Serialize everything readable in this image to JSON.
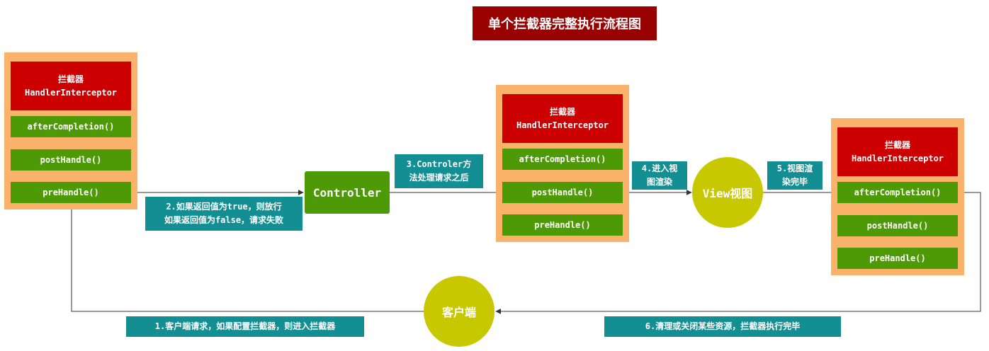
{
  "title": "单个拦截器完整执行流程图",
  "interceptor": {
    "name_cn": "拦截器",
    "name_en": "HandlerInterceptor",
    "after": "afterCompletion()",
    "post": "postHandle()",
    "pre": "preHandle()"
  },
  "nodes": {
    "controller": "Controller",
    "view": "View视图",
    "client": "客户端"
  },
  "steps": {
    "step1": "1.客户端请求，如果配置拦截器，则进入拦截器",
    "step2_line1": "2.如果返回值为true，则放行",
    "step2_line2": "如果返回值为false，请求失败",
    "step3_line1": "3.Controler方",
    "step3_line2": "法处理请求之后",
    "step4_line1": "4.进入视",
    "step4_line2": "图渲染",
    "step5_line1": "5.视图渲",
    "step5_line2": "染完毕",
    "step6": "6.清理或关闭某些资源，拦截器执行完毕"
  },
  "colors": {
    "title_bg": "#990000",
    "frame": "#fbb26b",
    "interceptor_header": "#cc0000",
    "method": "#4e9a06",
    "label": "#138f94",
    "circle": "#c8c800"
  }
}
